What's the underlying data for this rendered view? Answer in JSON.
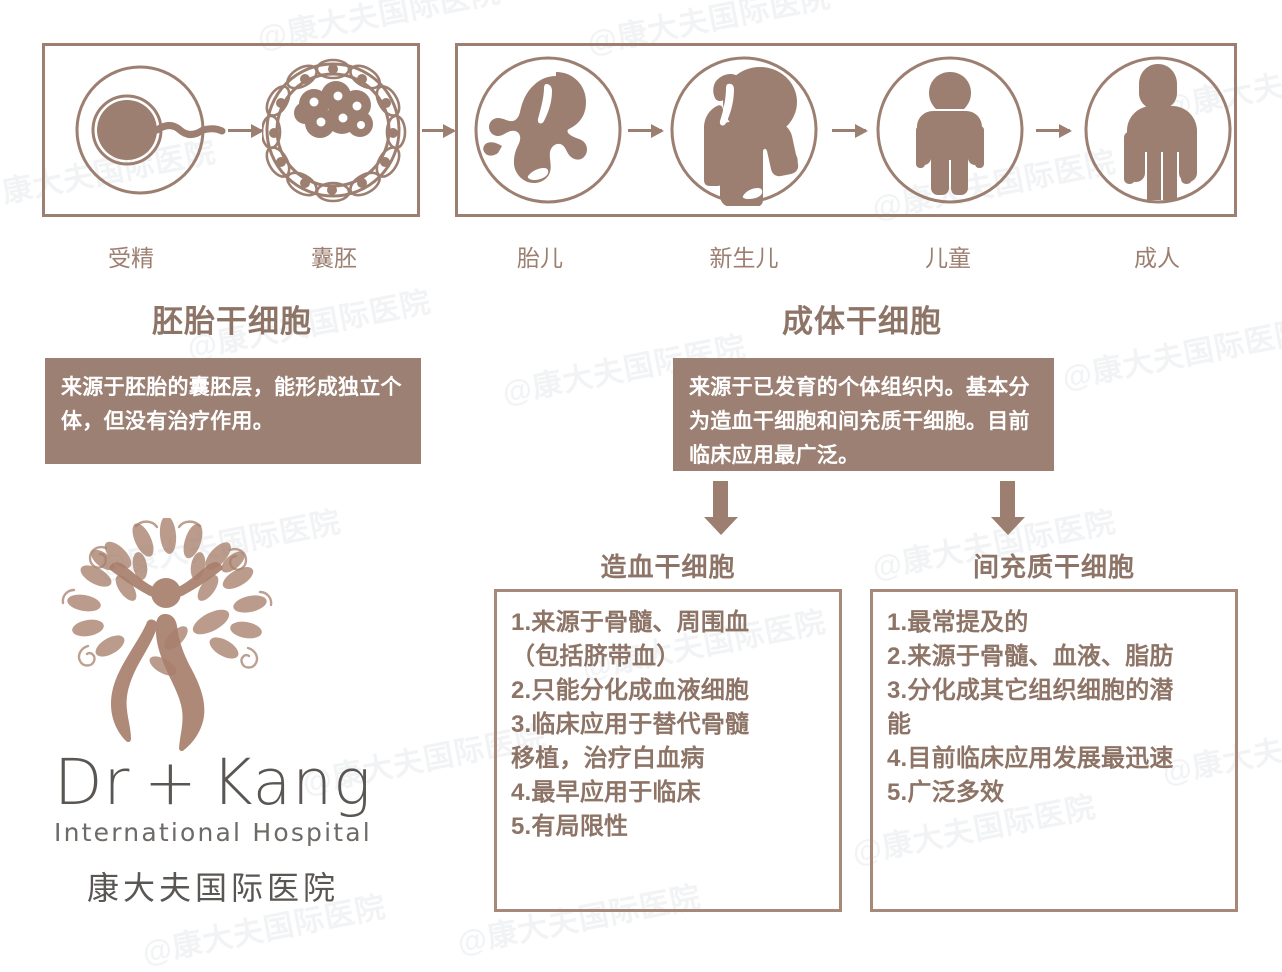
{
  "brand": {
    "accent": "#9c7f70",
    "fill": "#9c8073",
    "text_brown": "#8d7467",
    "wordmark": "Dr + Kang",
    "subtitle": "International Hospital",
    "chinese_name": "康大夫国际医院",
    "watermark_text": "@康大夫国际医院"
  },
  "timeline": {
    "embryonic_panel": {
      "stages": [
        {
          "id": "fertilization",
          "label": "受精",
          "icon": "sperm-egg-icon"
        },
        {
          "id": "blastocyst",
          "label": "囊胚",
          "icon": "blastocyst-icon"
        }
      ]
    },
    "adult_panel": {
      "stages": [
        {
          "id": "fetus",
          "label": "胎儿",
          "icon": "fetus-icon"
        },
        {
          "id": "newborn",
          "label": "新生儿",
          "icon": "newborn-icon"
        },
        {
          "id": "child",
          "label": "儿童",
          "icon": "child-icon"
        },
        {
          "id": "adult",
          "label": "成人",
          "icon": "adult-icon"
        }
      ]
    }
  },
  "embryonic": {
    "heading": "胚胎干细胞",
    "description": "来源于胚胎的囊胚层，能形成独立个体，但没有治疗作用。"
  },
  "adult": {
    "heading": "成体干细胞",
    "description": "来源于已发育的个体组织内。基本分为造血干细胞和间充质干细胞。目前临床应用最广泛。"
  },
  "hematopoietic": {
    "heading": "造血干细胞",
    "items": [
      "1.来源于骨髓、周围血",
      "（包括脐带血）",
      "2.只能分化成血液细胞",
      "3.临床应用于替代骨髓",
      "移植，治疗白血病",
      "4.最早应用于临床",
      "5.有局限性"
    ]
  },
  "mesenchymal": {
    "heading": "间充质干细胞",
    "items": [
      "1.最常提及的",
      "2.来源于骨髓、血液、脂肪",
      "3.分化成其它组织细胞的潜",
      "能",
      "4.目前临床应用发展最迅速",
      "5.广泛多效"
    ]
  }
}
